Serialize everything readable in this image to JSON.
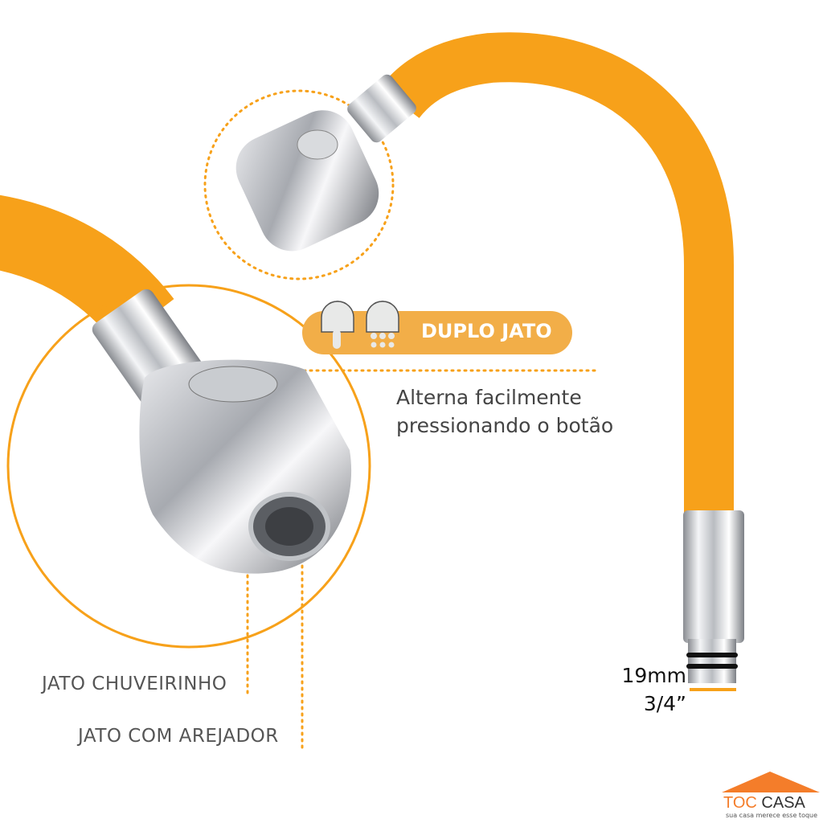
{
  "badge": {
    "label": "DUPLO JATO"
  },
  "description": {
    "line1": "Alterna facilmente",
    "line2": "pressionando o botão"
  },
  "callouts": {
    "shower": "JATO CHUVEIRINHO",
    "aerator": "JATO COM AREJADOR"
  },
  "connector_size": {
    "metric": "19mm",
    "imperial": "3/4”"
  },
  "logo": {
    "part1": "TOC",
    "part2": "CASA",
    "tagline": "sua casa merece esse toque"
  },
  "colors": {
    "accent": "#f7a11a",
    "badge": "#f2ae48",
    "text": "#444444"
  }
}
